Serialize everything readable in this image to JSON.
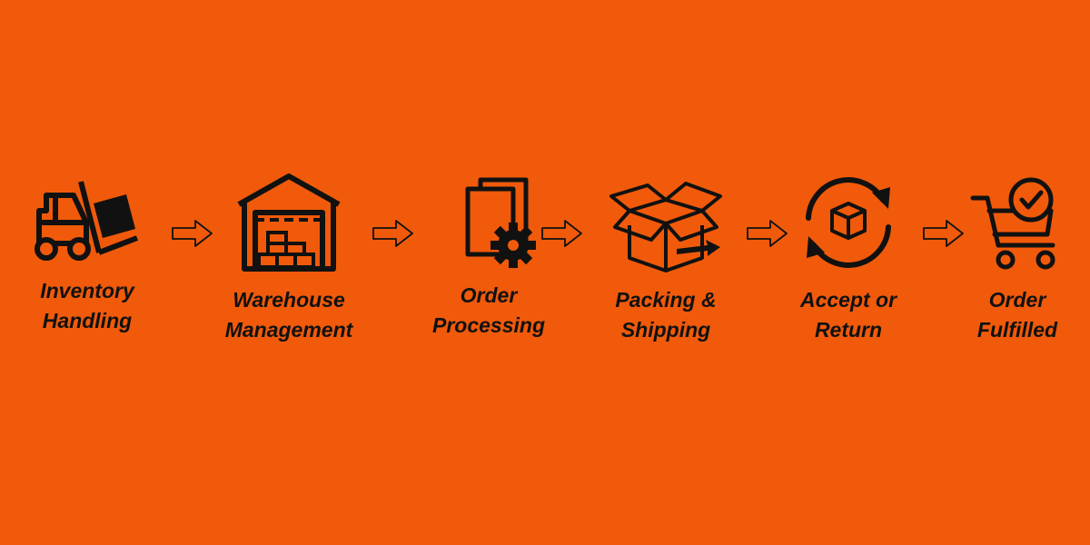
{
  "colors": {
    "background": "#f05a0a",
    "ink": "#111111"
  },
  "steps": [
    {
      "icon": "forklift-icon",
      "label": [
        "Inventory",
        "Handling"
      ]
    },
    {
      "icon": "warehouse-icon",
      "label": [
        "Warehouse",
        "Management"
      ]
    },
    {
      "icon": "document-gear-icon",
      "label": [
        "Order",
        "Processing"
      ]
    },
    {
      "icon": "open-box-icon",
      "label": [
        "Packing &",
        "Shipping"
      ]
    },
    {
      "icon": "cycle-box-icon",
      "label": [
        "Accept or",
        "Return"
      ]
    },
    {
      "icon": "cart-check-icon",
      "label": [
        "Order",
        "Fulfilled"
      ]
    }
  ]
}
